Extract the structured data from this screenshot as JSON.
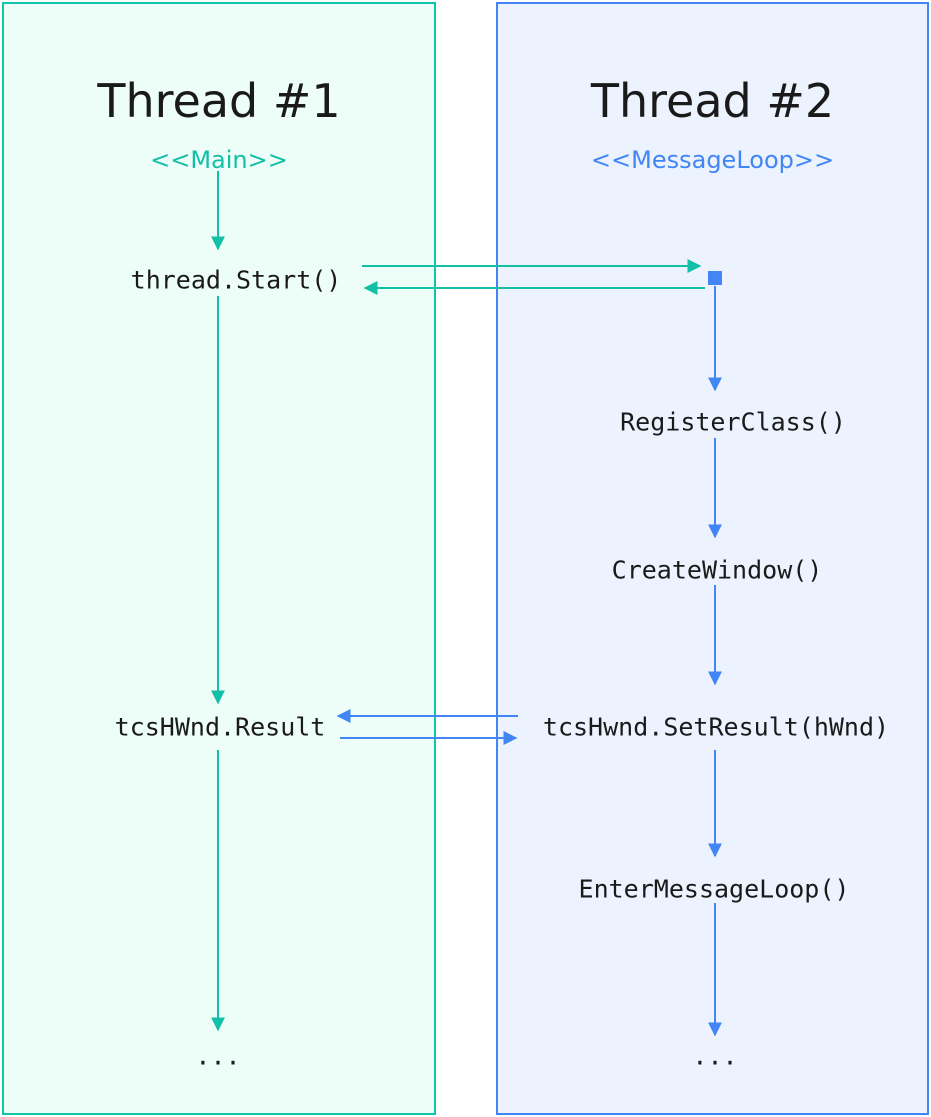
{
  "diagram": {
    "type": "sequence-diagram",
    "title": "Thread interaction sequence",
    "colors": {
      "thread1_border": "#0ec7ab",
      "thread1_fill": "#edfdf7",
      "thread1_accent": "#13bfa6",
      "thread2_border": "#4285f4",
      "thread2_fill": "#ecf2fe",
      "thread2_accent": "#4285f4",
      "text": "#1a1a1a"
    },
    "ellipsis": "..."
  },
  "thread1": {
    "title": "Thread #1",
    "subtitle": "<<Main>>",
    "steps": [
      {
        "label": "thread.Start()"
      },
      {
        "label": "tcsHWnd.Result"
      },
      {
        "label": "..."
      }
    ]
  },
  "thread2": {
    "title": "Thread #2",
    "subtitle": "<<MessageLoop>>",
    "steps": [
      {
        "label": "RegisterClass()"
      },
      {
        "label": "CreateWindow()"
      },
      {
        "label": "tcsHwnd.SetResult(hWnd)"
      },
      {
        "label": "EnterMessageLoop()"
      },
      {
        "label": "..."
      }
    ]
  },
  "messages": [
    {
      "name": "start-thread",
      "from": "thread1",
      "to": "thread2",
      "color": "#13bfa6",
      "direction": "right"
    },
    {
      "name": "start-return",
      "from": "thread2",
      "to": "thread1",
      "color": "#13bfa6",
      "direction": "left"
    },
    {
      "name": "set-result-return",
      "from": "thread2",
      "to": "thread1",
      "color": "#4285f4",
      "direction": "left"
    },
    {
      "name": "await-result",
      "from": "thread1",
      "to": "thread2",
      "color": "#4285f4",
      "direction": "right"
    }
  ]
}
